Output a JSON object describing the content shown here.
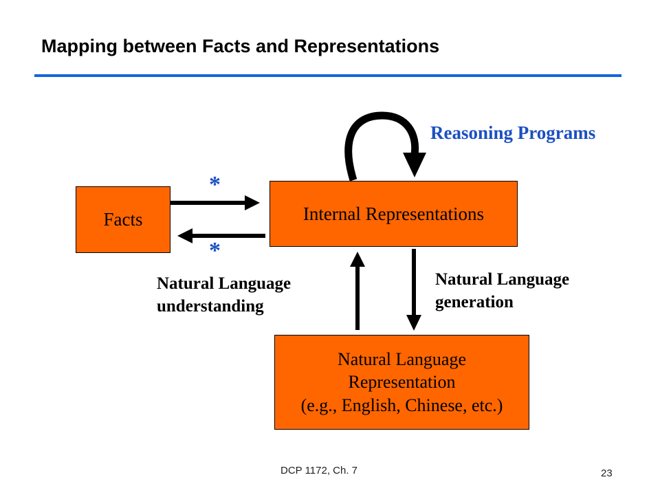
{
  "slide": {
    "title": "Mapping between Facts and Representations",
    "accent_color": "#1565d8",
    "box_color": "#ff6600",
    "label_blue": "#1c4fc0"
  },
  "diagram": {
    "facts": "Facts",
    "internal": "Internal Representations",
    "nl_rep_line1": "Natural Language",
    "nl_rep_line2": "Representation",
    "nl_rep_line3": "(e.g., English, Chinese, etc.)",
    "reasoning": "Reasoning Programs",
    "star_top": "*",
    "star_bottom": "*",
    "nlu_line1": "Natural Language",
    "nlu_line2": "understanding",
    "nlg_line1": "Natural Language",
    "nlg_line2": "generation"
  },
  "footer": {
    "course": "DCP 1172,  Ch. 7",
    "page": "23"
  }
}
